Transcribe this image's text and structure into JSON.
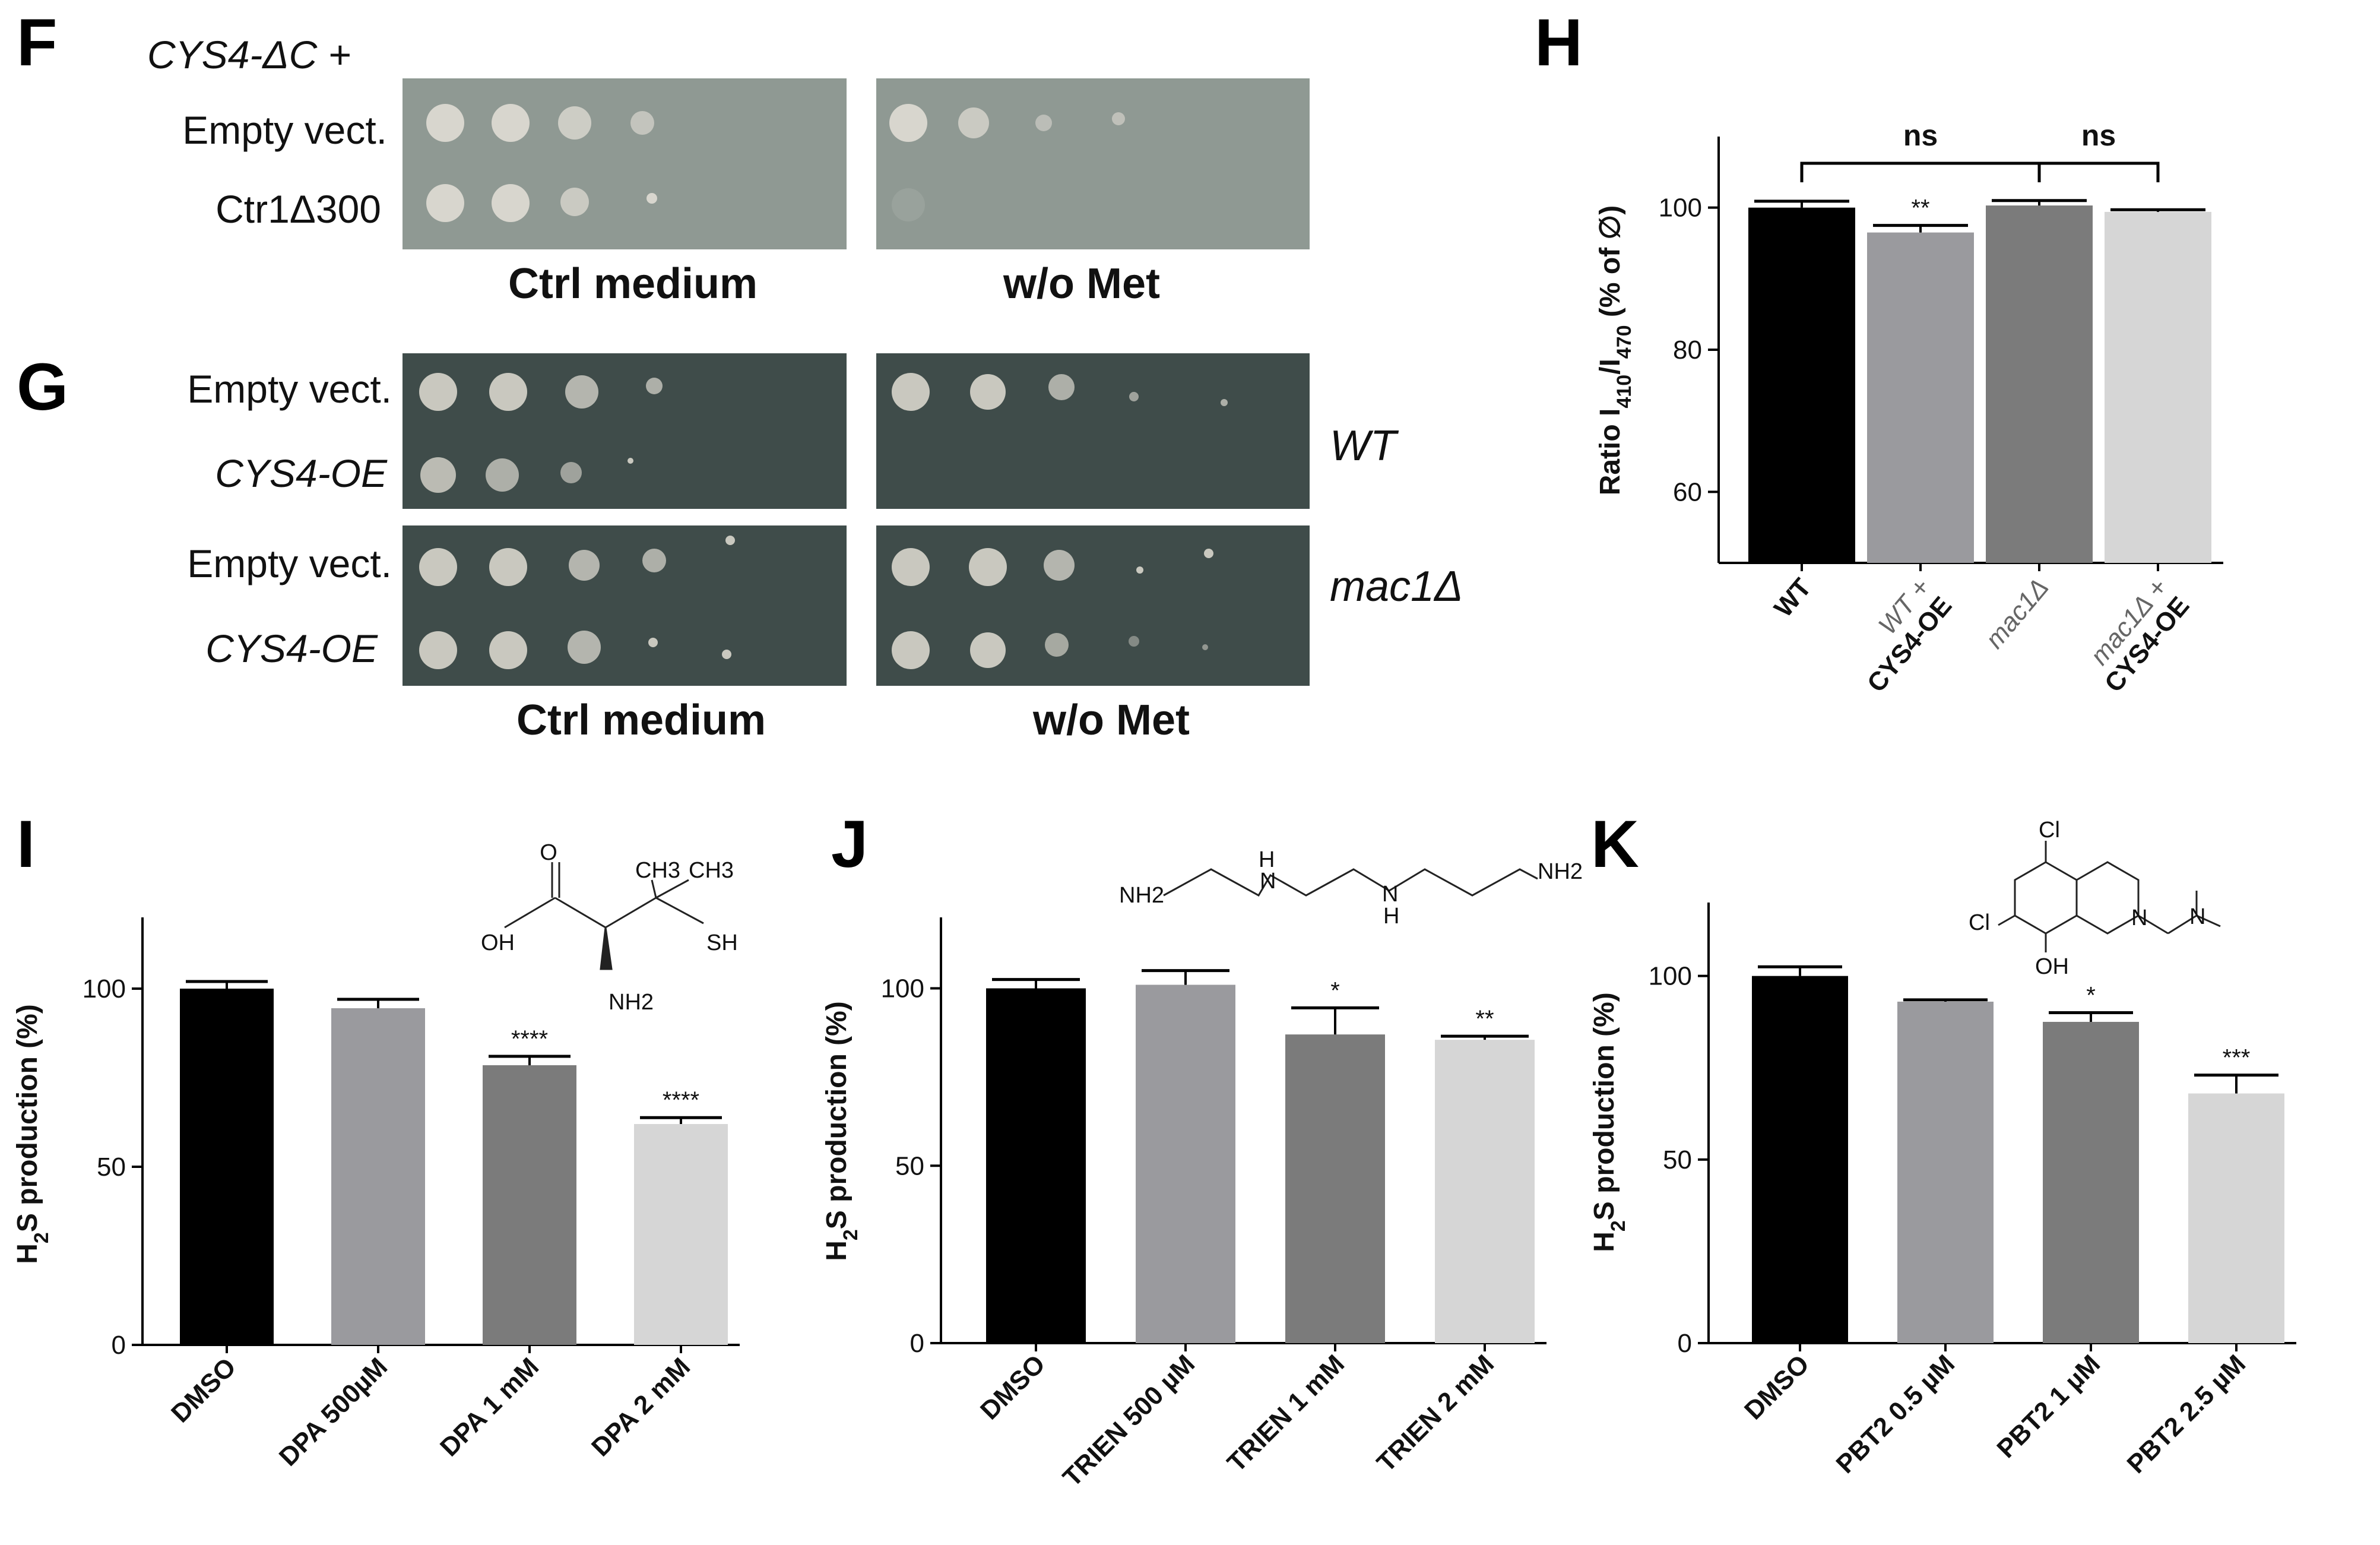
{
  "panels": {
    "F": {
      "letter": "F",
      "header": "CYS4-ΔC +",
      "rows": [
        "Empty vect.",
        "Ctr1Δ300"
      ],
      "conditions": [
        "Ctrl medium",
        "w/o Met"
      ]
    },
    "G": {
      "letter": "G",
      "rows": [
        "Empty vect.",
        "CYS4-OE",
        "Empty vect.",
        "CYS4-OE"
      ],
      "strains": [
        "WT",
        "mac1Δ"
      ],
      "conditions": [
        "Ctrl medium",
        "w/o Met"
      ]
    }
  },
  "structures": {
    "I": {
      "labels": [
        "CH3",
        "CH3",
        "OH",
        "SH",
        "NH2"
      ]
    },
    "J": {
      "labels": [
        "NH2",
        "NH2"
      ]
    },
    "K": {
      "labels": [
        "Cl",
        "Cl",
        "OH"
      ]
    }
  },
  "chart_data": [
    {
      "id": "H",
      "letter": "H",
      "type": "bar",
      "ylabel": "Ratio I410/I470 (% of ∅)",
      "categories": [
        "WT",
        "WT + CYS4-OE",
        "mac1Δ",
        "mac1Δ + CYS4-OE"
      ],
      "values": [
        100,
        96.5,
        100.3,
        99.4
      ],
      "errors": [
        0.9,
        1.0,
        0.7,
        0.3
      ],
      "significance": [
        "",
        "**",
        "",
        ""
      ],
      "ns_labels": [
        "ns",
        "ns"
      ],
      "yticks": [
        60,
        80,
        100
      ],
      "ylim": [
        50,
        110
      ],
      "colors": [
        "#000000",
        "#9a9a9e",
        "#7b7b7b",
        "#d6d6d6"
      ]
    },
    {
      "id": "I",
      "letter": "I",
      "type": "bar",
      "ylabel": "H2S production (%)",
      "categories": [
        "DMSO",
        "DPA 500µM",
        "DPA 1 mM",
        "DPA 2 mM"
      ],
      "values": [
        100,
        94.5,
        78.5,
        62
      ],
      "errors": [
        2,
        2.5,
        2.5,
        1.8
      ],
      "significance": [
        "",
        "",
        "****",
        "****"
      ],
      "yticks": [
        0,
        50,
        100
      ],
      "ylim": [
        0,
        120
      ],
      "colors": [
        "#000000",
        "#9a9a9e",
        "#7b7b7b",
        "#d6d6d6"
      ]
    },
    {
      "id": "J",
      "letter": "J",
      "type": "bar",
      "ylabel": "H2S production (%)",
      "categories": [
        "DMSO",
        "TRIEN 500 µM",
        "TRIEN 1 mM",
        "TRIEN 2 mM"
      ],
      "values": [
        100,
        101,
        87,
        85.5
      ],
      "errors": [
        2.5,
        4,
        7.5,
        1
      ],
      "significance": [
        "",
        "",
        "*",
        "**"
      ],
      "yticks": [
        0,
        50,
        100
      ],
      "ylim": [
        0,
        120
      ],
      "colors": [
        "#000000",
        "#9a9a9e",
        "#7b7b7b",
        "#d6d6d6"
      ]
    },
    {
      "id": "K",
      "letter": "K",
      "type": "bar",
      "ylabel": "H2S production (%)",
      "categories": [
        "DMSO",
        "PBT2 0.5 µM",
        "PBT2 1 µM",
        "PBT2 2.5 µM"
      ],
      "values": [
        100,
        93,
        87.5,
        68
      ],
      "errors": [
        2.5,
        0.5,
        2.5,
        5
      ],
      "significance": [
        "",
        "",
        "*",
        "***"
      ],
      "yticks": [
        0,
        50,
        100
      ],
      "ylim": [
        0,
        120
      ],
      "colors": [
        "#000000",
        "#9a9a9e",
        "#7b7b7b",
        "#d6d6d6"
      ]
    }
  ]
}
